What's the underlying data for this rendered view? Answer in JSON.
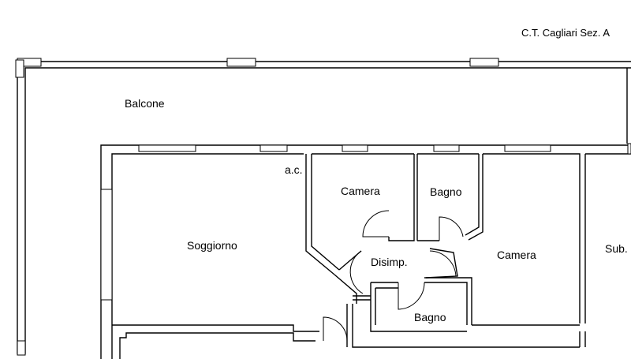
{
  "header": {
    "reference": "C.T. Cagliari Sez. A"
  },
  "rooms": {
    "balcone": "Balcone",
    "soggiorno": "Soggiorno",
    "camera_1": "Camera",
    "bagno_1": "Bagno",
    "disimpegno": "Disimp.",
    "camera_2": "Camera",
    "bagno_2": "Bagno",
    "ac": "a.c.",
    "sub": "Sub."
  },
  "colors": {
    "line": "#000000",
    "background": "#ffffff"
  }
}
